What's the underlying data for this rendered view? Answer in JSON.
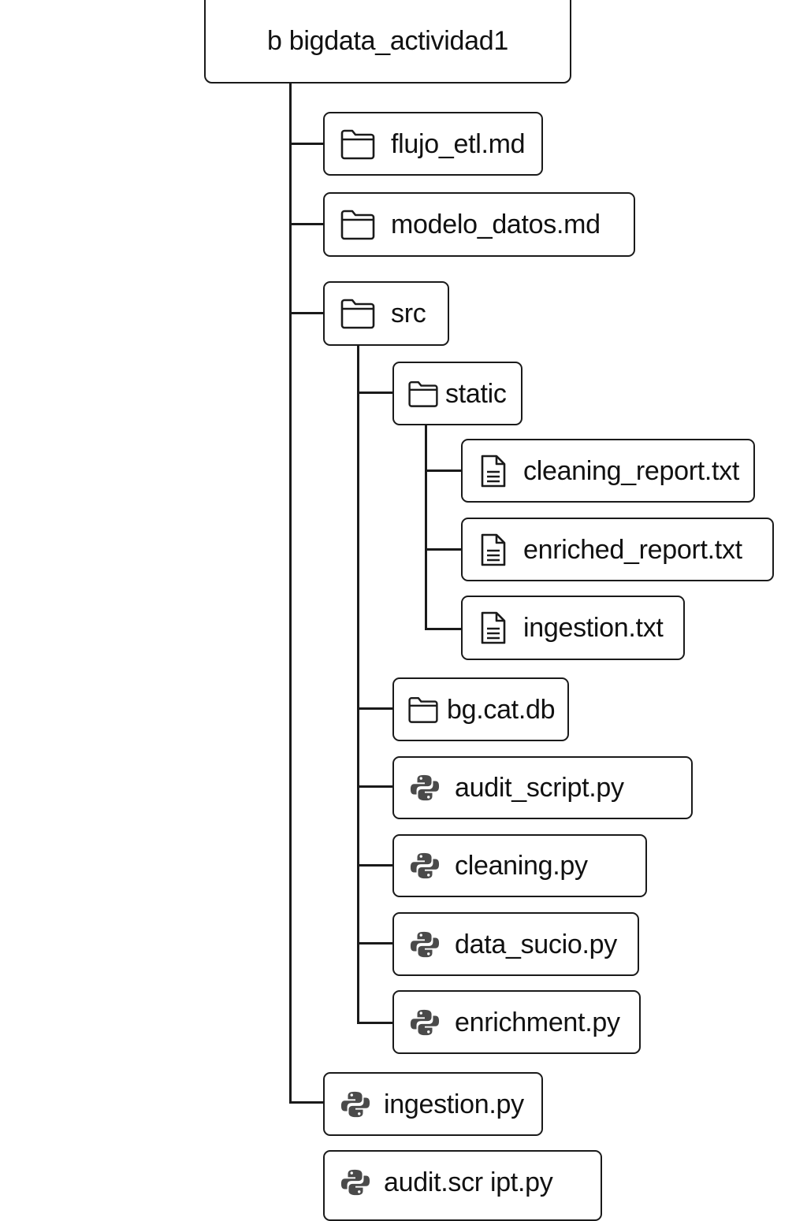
{
  "root": {
    "label": "b bigdata_actividad1"
  },
  "items": [
    {
      "id": "flujo",
      "label": "flujo_etl.md",
      "icon": "folder-icon"
    },
    {
      "id": "modelo",
      "label": "modelo_datos.md",
      "icon": "folder-icon"
    },
    {
      "id": "src",
      "label": "src",
      "icon": "folder-icon"
    },
    {
      "id": "static",
      "label": "static",
      "icon": "folder-icon"
    },
    {
      "id": "cleaning_report",
      "label": "cleaning_report.txt",
      "icon": "document-icon"
    },
    {
      "id": "enriched_report",
      "label": "enriched_report.txt",
      "icon": "document-icon"
    },
    {
      "id": "ingestion_txt",
      "label": "ingestion.txt",
      "icon": "document-icon"
    },
    {
      "id": "bgcatdb",
      "label": "bg.cat.db",
      "icon": "folder-icon"
    },
    {
      "id": "audit_script",
      "label": "audit_script.py",
      "icon": "python-icon"
    },
    {
      "id": "cleaning_py",
      "label": "cleaning.py",
      "icon": "python-icon"
    },
    {
      "id": "data_sucio",
      "label": "data_sucio.py",
      "icon": "python-icon"
    },
    {
      "id": "enrichment",
      "label": "enrichment.py",
      "icon": "python-icon"
    },
    {
      "id": "ingestion_py",
      "label": "ingestion.py",
      "icon": "python-icon"
    },
    {
      "id": "audit_script2",
      "label": "audit.scr ipt.py",
      "icon": "python-icon"
    }
  ],
  "colors": {
    "stroke": "#1a1a1a",
    "python_icon": "#4a4a4a",
    "background": "#ffffff"
  }
}
